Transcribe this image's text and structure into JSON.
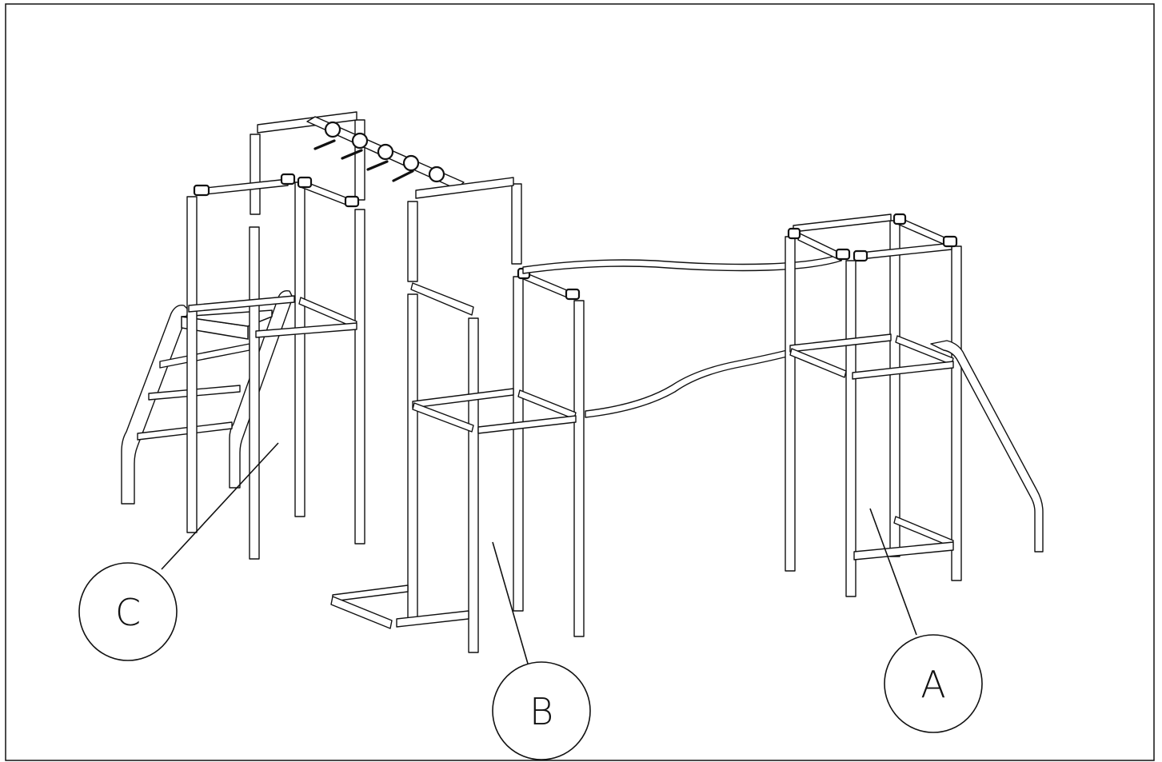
{
  "diagram": {
    "callouts": [
      {
        "id": "C",
        "label": "C",
        "color": "#111111"
      },
      {
        "id": "B",
        "label": "B",
        "color": "#111111"
      },
      {
        "id": "A",
        "label": "A",
        "color": "#111111"
      }
    ]
  }
}
